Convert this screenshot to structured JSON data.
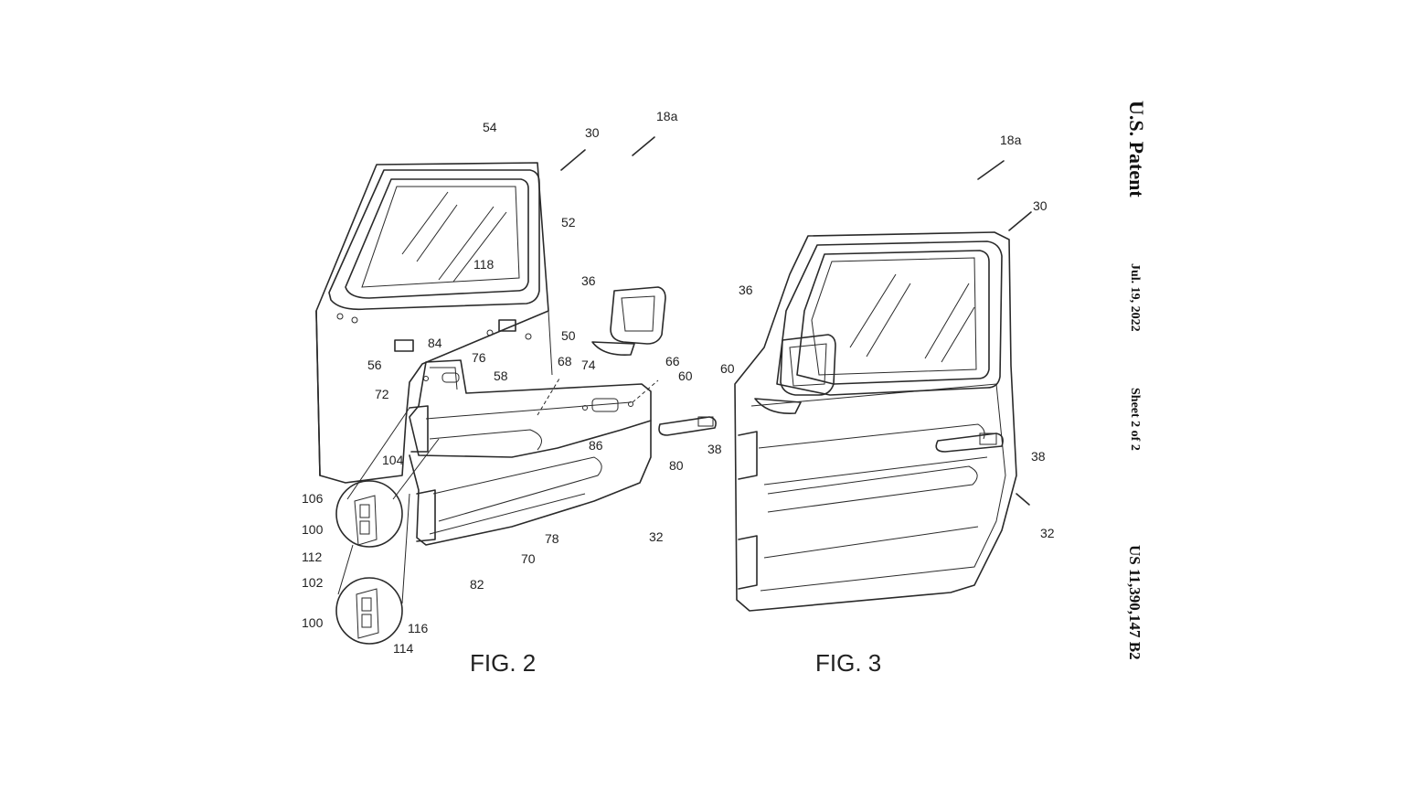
{
  "header": {
    "title": "U.S. Patent",
    "date": "Jul. 19, 2022",
    "sheet": "Sheet 2 of 2",
    "number": "US 11,390,147 B2"
  },
  "fig2": {
    "caption": "FIG. 2",
    "labels": {
      "l18a": "18a",
      "l30": "30",
      "l54": "54",
      "l52": "52",
      "l118": "118",
      "l56": "56",
      "l84": "84",
      "l58": "58",
      "l50": "50",
      "l76": "76",
      "l68": "68",
      "l74": "74",
      "l66": "66",
      "l60": "60",
      "l72": "72",
      "l86": "86",
      "l38": "38",
      "l80": "80",
      "l104": "104",
      "l106": "106",
      "l100": "100",
      "l112": "112",
      "l102": "102",
      "l78": "78",
      "l70": "70",
      "l82": "82",
      "l32": "32",
      "l100b": "100",
      "l116": "116",
      "l114": "114",
      "l36": "36"
    }
  },
  "fig3": {
    "caption": "FIG. 3",
    "labels": {
      "l18a": "18a",
      "l30": "30",
      "l36": "36",
      "l60": "60",
      "l38": "38",
      "l32": "32"
    }
  }
}
